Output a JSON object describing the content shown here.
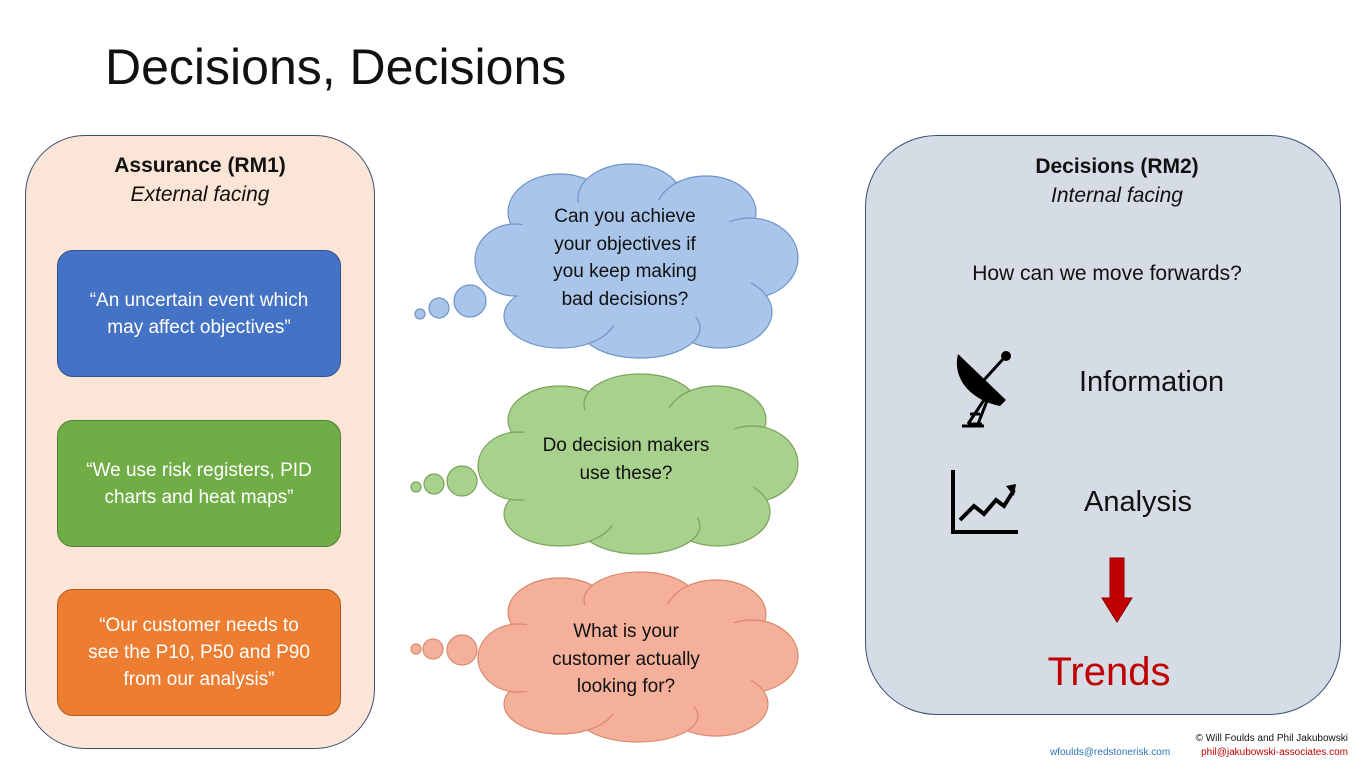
{
  "title": "Decisions, Decisions",
  "left_panel": {
    "title": "Assurance (RM1)",
    "subtitle": "External facing",
    "cards": [
      {
        "lines": [
          "“An uncertain event which",
          "may affect objectives”"
        ],
        "color": "#4472c4"
      },
      {
        "lines": [
          "“We use risk registers, PID",
          "charts and heat maps”"
        ],
        "color": "#70ad47"
      },
      {
        "lines": [
          "“Our customer needs to",
          "see the P10, P50 and P90",
          "from our analysis”"
        ],
        "color": "#ed7d31"
      }
    ]
  },
  "clouds": [
    {
      "lines": [
        "Can you achieve",
        "your objectives if",
        "you keep making",
        "bad decisions?"
      ],
      "color": "#a9c5e9"
    },
    {
      "lines": [
        "Do decision makers",
        "use these?"
      ],
      "color": "#a9d18e"
    },
    {
      "lines": [
        "What is your",
        "customer actually",
        "looking for?"
      ],
      "color": "#f4b09a"
    }
  ],
  "right_panel": {
    "title": "Decisions (RM2)",
    "subtitle": "Internal facing",
    "question": "How can we move forwards?",
    "items": [
      {
        "label": "Information",
        "icon": "satellite-dish-icon"
      },
      {
        "label": "Analysis",
        "icon": "line-chart-icon"
      }
    ],
    "arrow_color": "#c00000",
    "result": "Trends"
  },
  "footer": {
    "copyright": "© Will Foulds and Phil Jakubowski",
    "email_1": "wfoulds@redstonerisk.com",
    "email_2": "phil@jakubowski-associates.com",
    "email_1_color": "#2e75b6",
    "email_2_color": "#c00000"
  }
}
